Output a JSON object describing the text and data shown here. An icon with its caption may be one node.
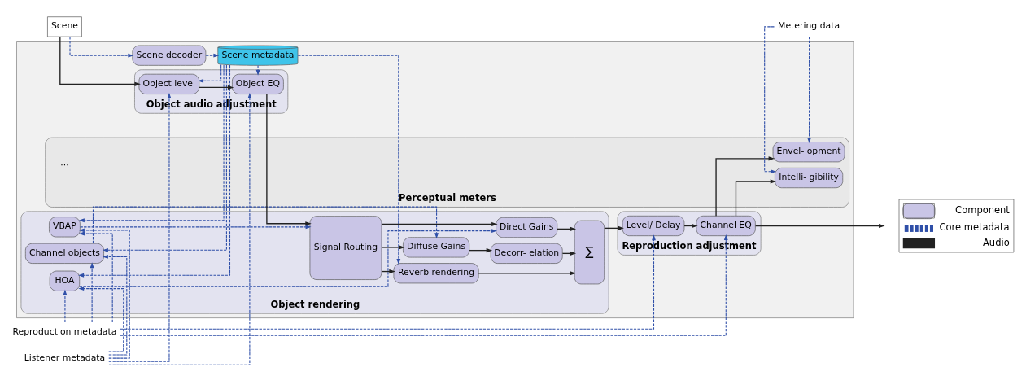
{
  "diagram": {
    "nodes": [
      {
        "text": [
          "Scene"
        ]
      },
      {
        "text": [],
        "shape": "box"
      },
      {
        "text": [
          "Scene decoder"
        ],
        "in": 1
      },
      {
        "text": [
          "Scene metadata"
        ],
        "in": 1
      },
      {
        "text": [
          "Object rendering"
        ],
        "in": 1
      },
      {
        "text": [
          "VBAP"
        ],
        "in": 4
      },
      {
        "text": [
          "Channel objects"
        ],
        "in": 4
      },
      {
        "text": [
          "HOA"
        ],
        "in": 4
      },
      {
        "text": [
          "Signal Routing"
        ],
        "in": 4
      },
      {
        "text": [
          "Direct Gains"
        ],
        "in": 4
      },
      {
        "text": [
          "Diffuse Gains"
        ],
        "in": 4
      },
      {
        "text": [
          "Decorr- elation"
        ],
        "in": 4
      },
      {
        "text": [
          "Reverb rendering"
        ],
        "in": 4
      },
      {
        "text": [
          "∑"
        ],
        "in": 4
      },
      {
        "text": [
          "Object audio adjustment"
        ],
        "in": 1
      },
      {
        "text": [
          "Object level"
        ],
        "in": 14
      },
      {
        "text": [
          "Object EQ"
        ],
        "in": 14
      },
      {
        "text": [
          "Perceptual meters"
        ],
        "in": 1
      },
      {
        "text": [
          "Envel- opment"
        ],
        "in": 17
      },
      {
        "text": [
          "Intelli- gibility"
        ],
        "in": 17
      },
      {
        "text": [
          "Reproduction adjustment"
        ],
        "in": 1
      },
      {
        "text": [
          "Level/ Delay"
        ],
        "in": 20
      },
      {
        "text": [
          "Channel EQ"
        ],
        "in": 20
      },
      {
        "text": [
          "Listener metadata"
        ]
      },
      {
        "text": [
          "Reproduction metadata"
        ]
      },
      {
        "text": [
          "Metering data"
        ]
      }
    ],
    "edges": [
      {
        "from": 0,
        "to": 2,
        "arrow": "to",
        "style": "dashed"
      },
      {
        "from": 2,
        "to": 3,
        "arrow": "to",
        "style": "dashed"
      },
      {
        "from": 3,
        "to": 15,
        "arrow": "to",
        "style": "dashed"
      },
      {
        "from": 3,
        "to": 16,
        "arrow": "to",
        "style": "dashed"
      },
      {
        "from": 3,
        "to": 5,
        "arrow": "to",
        "style": "dashed"
      },
      {
        "from": 3,
        "to": 6,
        "arrow": "to",
        "style": "dashed"
      },
      {
        "from": 3,
        "to": 7,
        "arrow": "to",
        "style": "dashed"
      },
      {
        "from": 3,
        "to": 12,
        "arrow": "to",
        "style": "dashed"
      },
      {
        "from": 23,
        "to": 15,
        "arrow": "to",
        "style": "dashed"
      },
      {
        "from": 23,
        "to": 16,
        "arrow": "to",
        "style": "dashed"
      },
      {
        "from": 23,
        "to": 5,
        "arrow": "to",
        "style": "dashed"
      },
      {
        "from": 23,
        "to": 6,
        "arrow": "to",
        "style": "dashed"
      },
      {
        "from": 23,
        "to": 7,
        "arrow": "to",
        "style": "dashed"
      },
      {
        "from": 24,
        "to": 5,
        "arrow": "to",
        "style": "dashed"
      },
      {
        "from": 24,
        "to": 6,
        "arrow": "to",
        "style": "dashed"
      },
      {
        "from": 24,
        "to": 7,
        "arrow": "to",
        "style": "dashed"
      },
      {
        "from": 24,
        "to": 21,
        "arrow": "to",
        "style": "dashed"
      },
      {
        "from": 24,
        "to": 22,
        "arrow": "to",
        "style": "dashed"
      },
      {
        "from": 5,
        "to": 8,
        "arrow": "to",
        "style": "dashed"
      },
      {
        "from": 6,
        "to": 10,
        "arrow": "to",
        "style": "dashed"
      },
      {
        "from": 7,
        "to": 9,
        "arrow": "to",
        "style": "dashed"
      },
      {
        "from": 25,
        "to": 18,
        "arrow": "to",
        "style": "dashed"
      },
      {
        "from": 25,
        "to": 19,
        "arrow": "to",
        "style": "dashed"
      },
      {
        "from": 0,
        "to": 15,
        "arrow": "to",
        "color": "#222222"
      },
      {
        "from": 15,
        "to": 16,
        "arrow": "to",
        "color": "#222222"
      },
      {
        "from": 16,
        "to": 8,
        "arrow": "to",
        "color": "#222222"
      },
      {
        "from": 8,
        "to": 9,
        "arrow": "to",
        "color": "#222222"
      },
      {
        "from": 8,
        "to": 10,
        "arrow": "to",
        "color": "#222222"
      },
      {
        "from": 8,
        "to": 12,
        "arrow": "to",
        "color": "#222222"
      },
      {
        "from": 9,
        "to": 13,
        "arrow": "to",
        "color": "#222222"
      },
      {
        "from": 10,
        "to": 11,
        "arrow": "to",
        "color": "#222222"
      },
      {
        "from": 11,
        "to": 13,
        "arrow": "to",
        "color": "#222222"
      },
      {
        "from": 12,
        "to": 13,
        "arrow": "to",
        "color": "#222222"
      },
      {
        "from": 13,
        "to": 21,
        "arrow": "to",
        "color": "#222222"
      },
      {
        "from": 21,
        "to": 22,
        "arrow": "to",
        "color": "#222222"
      },
      {
        "from": 22,
        "to": 18,
        "arrow": "to",
        "color": "#222222"
      },
      {
        "from": 22,
        "to": 19,
        "arrow": "to",
        "color": "#222222"
      },
      {
        "from": 22,
        "to": null,
        "arrow": "to",
        "color": "#222222"
      }
    ],
    "labels": [
      "···"
    ],
    "legend": [
      {
        "text": "Component"
      },
      {
        "text": "Core metadata"
      },
      {
        "text": "Audio"
      }
    ]
  }
}
